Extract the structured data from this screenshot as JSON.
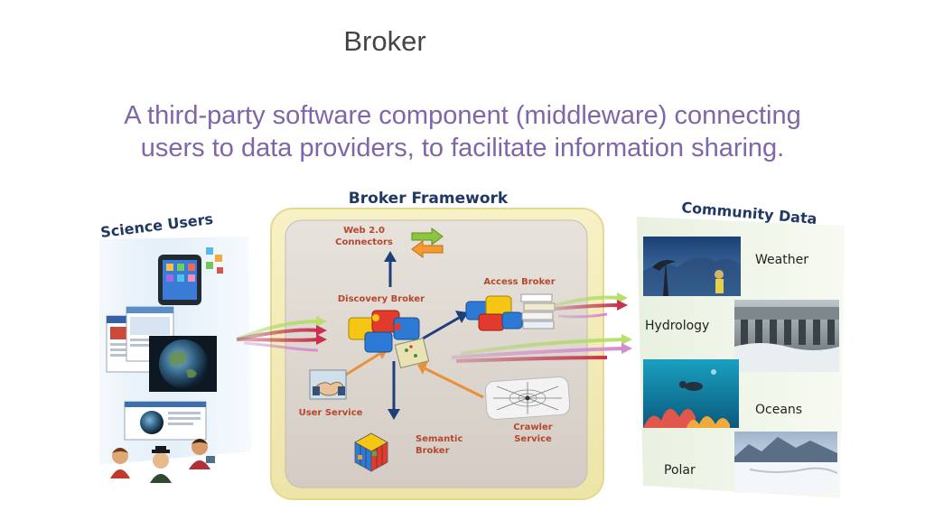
{
  "slide": {
    "title": "Broker",
    "subtitle_line1": "A third-party software component (middleware) connecting",
    "subtitle_line2": "users to data providers, to facilitate information sharing."
  },
  "diagram": {
    "science_users_label": "Science Users",
    "framework_label": "Broker Framework",
    "community_data_label": "Community Data",
    "components": {
      "web_connectors_line1": "Web 2.0",
      "web_connectors_line2": "Connectors",
      "discovery_broker": "Discovery Broker",
      "access_broker": "Access Broker",
      "user_service": "User Service",
      "semantic_broker_line1": "Semantic",
      "semantic_broker_line2": "Broker",
      "crawler_service_line1": "Crawler",
      "crawler_service_line2": "Service"
    },
    "data_sources": {
      "weather": "Weather",
      "hydrology": "Hydrology",
      "oceans": "Oceans",
      "polar": "Polar"
    },
    "colors": {
      "label_navy": "#1f3864",
      "component_red": "#b5472e",
      "arrow_navy": "#1f3f7a",
      "arrow_orange": "#e8913a",
      "subtitle_purple": "#7f66a8"
    }
  }
}
